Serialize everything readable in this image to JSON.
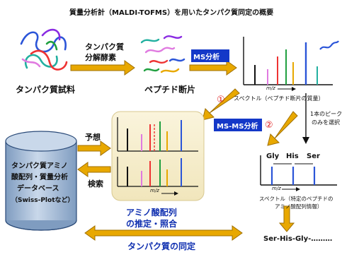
{
  "title": "質量分析計（MALDI-TOFMS）を用いたタンパク質同定の概要",
  "protein_sample": "タンパク質試料",
  "digest_label_1": "タンパク質",
  "digest_label_2": "分解酵素",
  "peptide_fragments": "ペプチド断片",
  "ms_analysis": "MS分析",
  "msms_analysis": "MS-MS分析",
  "mz": "m/z",
  "spectrum_1": "スペクトル（ペプチド断片の質量）",
  "step_1": "①",
  "step_2": "②",
  "peak_select_1": "1本のピーク",
  "peak_select_2": "のみを選択",
  "aa_gly": "Gly",
  "aa_his": "His",
  "aa_ser": "Ser",
  "spectrum_2_line1": "スペクトル（特定のペプチドの",
  "spectrum_2_line2": "アミノ酸配列情報）",
  "sequence_result": "Ser-His-Gly-………",
  "predict": "予想",
  "search": "検索",
  "db_line1": "タンパク質アミノ",
  "db_line2": "酸配列・質量分析",
  "db_line3": "データベース",
  "db_line4": "（Swiss-Plotなど）",
  "aa_seq_line1": "アミノ酸配列",
  "aa_seq_line2": "の推定・照合",
  "protein_id": "タンパク質の同定",
  "colors": {
    "arrow": "#e8a800",
    "arrow_stroke": "#a07000",
    "ms_box": "#1438c8",
    "blue_text": "#1030b0",
    "step_red": "#e02020",
    "panel": "#f7f0d2",
    "db_cylinder": "#a8bfd8"
  }
}
